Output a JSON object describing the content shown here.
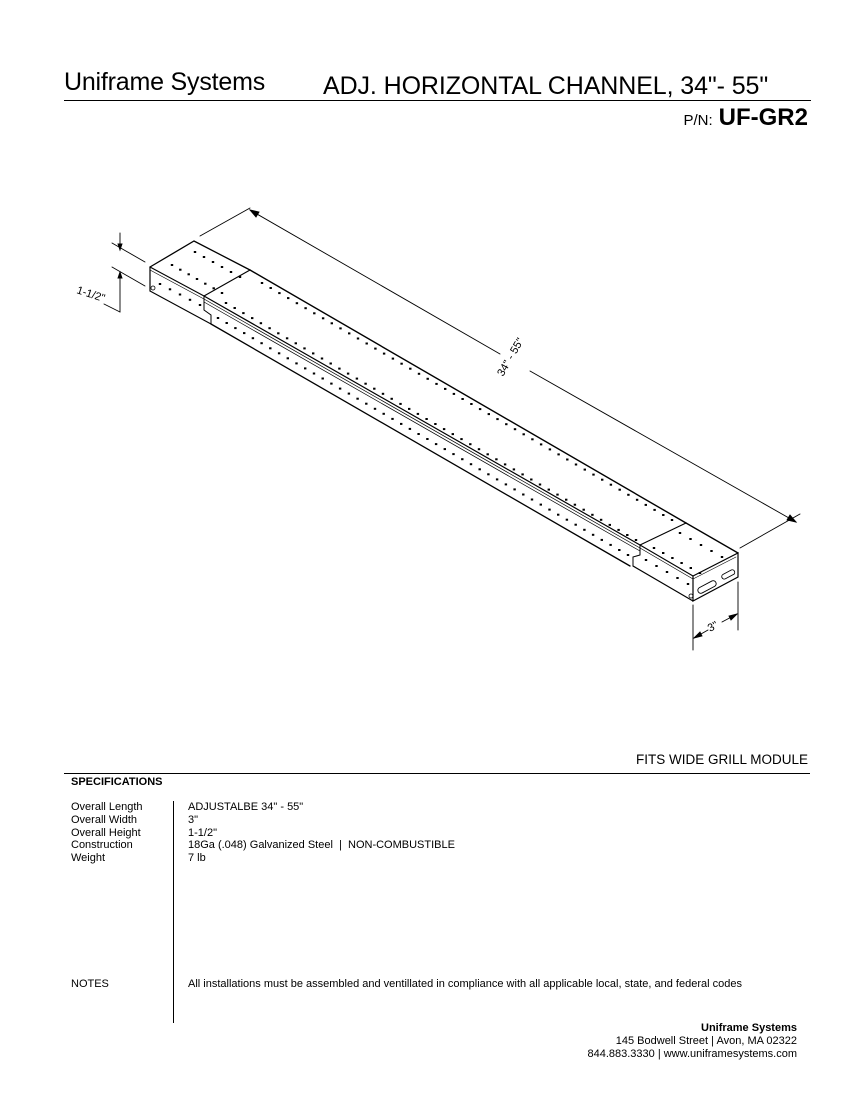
{
  "header": {
    "company": "Uniframe Systems",
    "product_title": "ADJ. HORIZONTAL CHANNEL, 34\"- 55\"",
    "pn_label": "P/N:",
    "pn_value": "UF-GR2"
  },
  "drawing": {
    "dim_height": "1-1/2\"",
    "dim_length": "34\" - 55\"",
    "dim_width": "3\""
  },
  "fits_note": "FITS WIDE GRILL MODULE",
  "specifications": {
    "heading": "SPECIFICATIONS",
    "rows": [
      {
        "label": "Overall Length",
        "value": "ADJUSTALBE 34\" - 55\""
      },
      {
        "label": "Overall Width",
        "value": "3\""
      },
      {
        "label": "Overall Height",
        "value": "1-1/2\""
      },
      {
        "label": "Construction",
        "value": "18Ga (.048) Galvanized Steel  |  NON-COMBUSTIBLE"
      },
      {
        "label": "Weight",
        "value": "7 lb"
      }
    ],
    "notes_label": "NOTES",
    "notes_text": "All installations must be assembled and ventillated in compliance with all applicable local, state, and federal codes"
  },
  "footer": {
    "company": "Uniframe Systems",
    "address": "145 Bodwell Street | Avon, MA 02322",
    "contact": "844.883.3330 | www.uniframesystems.com"
  }
}
